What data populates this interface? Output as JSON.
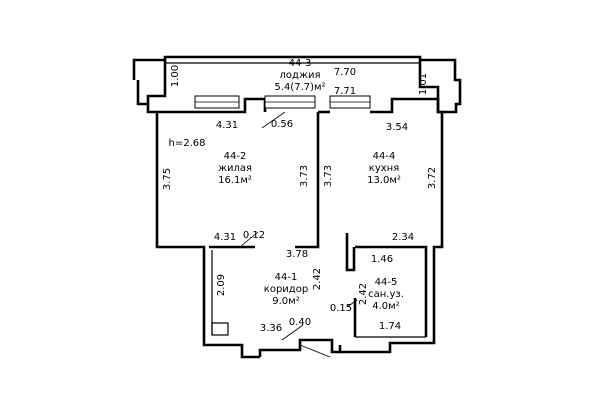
{
  "loggia": {
    "number": "44-3",
    "name": "лоджия",
    "area": "5.4(7.7)м²"
  },
  "living": {
    "number": "44-2",
    "name": "жилая",
    "area": "16.1м²"
  },
  "kitchen": {
    "number": "44-4",
    "name": "кухня",
    "area": "13.0м²"
  },
  "corridor": {
    "number": "44-1",
    "name": "коридор",
    "area": "9.0м²"
  },
  "bathroom": {
    "number": "44-5",
    "name": "сан.уз.",
    "area": "4.0м²"
  },
  "ceiling_height": "h=2.68",
  "dimensions": {
    "loggia_left": "1.00",
    "loggia_length": "7.70",
    "loggia_right": "1.01",
    "loggia_inner": "7.71",
    "living_top": "4.31",
    "living_opening": "0.56",
    "living_left": "3.75",
    "living_right": "3.73",
    "living_bottom": "4.31",
    "living_bottom_jog": "0.12",
    "kitchen_left": "3.73",
    "kitchen_right": "3.72",
    "kitchen_top": "3.54",
    "kitchen_bottom": "2.34",
    "corridor_top": "3.78",
    "corridor_left": "2.09",
    "corridor_right": "2.42",
    "corridor_bottom": "3.36",
    "corridor_jog": "0.40",
    "bath_top": "1.46",
    "bath_left": "2.42",
    "bath_jog": "0.15",
    "bath_bottom": "1.74"
  }
}
